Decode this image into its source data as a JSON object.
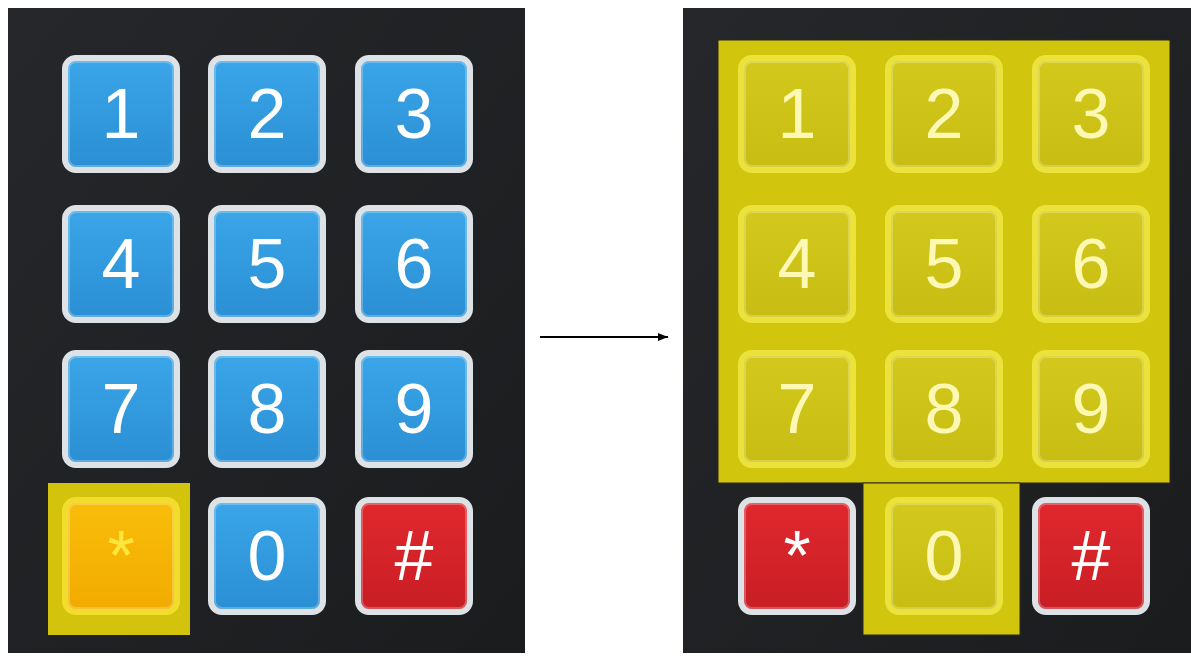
{
  "diagram": {
    "nodes": [
      {
        "text": []
      },
      {
        "text": [
          "1"
        ],
        "in": 0
      },
      {
        "text": [
          "2"
        ],
        "in": 0
      },
      {
        "text": [
          "3"
        ],
        "in": 0
      },
      {
        "text": [
          "4"
        ],
        "in": 0
      },
      {
        "text": [
          "5"
        ],
        "in": 0
      },
      {
        "text": [
          "6"
        ],
        "in": 0
      },
      {
        "text": [
          "7"
        ],
        "in": 0
      },
      {
        "text": [
          "8"
        ],
        "in": 0
      },
      {
        "text": [
          "9"
        ],
        "in": 0
      },
      {
        "text": [
          "*"
        ],
        "in": 0
      },
      {
        "text": [
          "0"
        ],
        "in": 0
      },
      {
        "text": [
          "#"
        ],
        "in": 0
      },
      {
        "text": []
      },
      {
        "text": [
          "1"
        ],
        "in": 13
      },
      {
        "text": [
          "2"
        ],
        "in": 13
      },
      {
        "text": [
          "3"
        ],
        "in": 13
      },
      {
        "text": [
          "4"
        ],
        "in": 13
      },
      {
        "text": [
          "5"
        ],
        "in": 13
      },
      {
        "text": [
          "6"
        ],
        "in": 13
      },
      {
        "text": [
          "7"
        ],
        "in": 13
      },
      {
        "text": [
          "8"
        ],
        "in": 13
      },
      {
        "text": [
          "9"
        ],
        "in": 13
      },
      {
        "text": [
          "*"
        ],
        "in": 13
      },
      {
        "text": [
          "0"
        ],
        "in": 13
      },
      {
        "text": [
          "#"
        ],
        "in": 13
      }
    ],
    "edges": [
      {
        "from": 0,
        "to": 13,
        "arrow": "to"
      }
    ]
  }
}
